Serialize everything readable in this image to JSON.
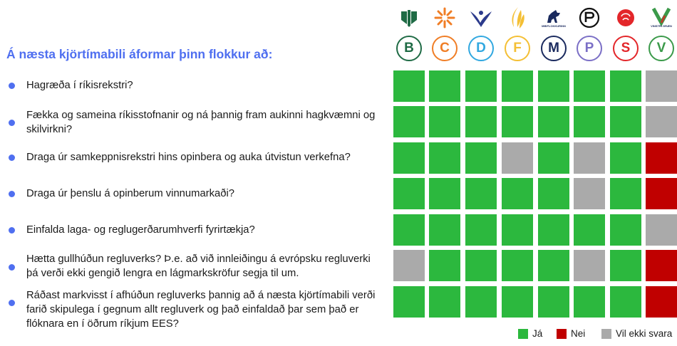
{
  "heading": "Á næsta kjörtímabili áformar þinn flokkur að:",
  "questions": [
    {
      "text": "Hagræða í ríkisrekstri?"
    },
    {
      "text": "Fækka og sameina ríkisstofnanir og ná þannig fram aukinni hagkvæmni og skilvirkni?"
    },
    {
      "text": "Draga úr samkeppnisrekstri hins opinbera og auka útvistun verkefna?"
    },
    {
      "text": "Draga úr þenslu á opinberum vinnumarkaði?"
    },
    {
      "text": "Einfalda laga- og reglugerðarumhverfi fyrirtækja?"
    },
    {
      "text": "Hætta gullhúðun regluverks? Þ.e. að við innleiðingu á evrópsku regluverki þá verði ekki gengið lengra en lágmarkskröfur segja til um."
    },
    {
      "text": "Ráðast markvisst í afhúðun regluverks þannig að á næsta kjörtímabili verði farið skipulega í gegnum allt regluverk og það einfaldað þar sem það er flóknara en í öðrum ríkjum EES?"
    }
  ],
  "parties": [
    {
      "letter": "B",
      "color": "#1f6b45",
      "logo_icon": "framsokn-logo-icon"
    },
    {
      "letter": "C",
      "color": "#f07e26",
      "logo_icon": "vidreisn-logo-icon"
    },
    {
      "letter": "D",
      "color": "#31a8e0",
      "logo_icon": "sjalfstaedisflokkur-logo-icon"
    },
    {
      "letter": "F",
      "color": "#f4bf34",
      "logo_icon": "flokkur-folksins-logo-icon"
    },
    {
      "letter": "M",
      "color": "#1a2a5e",
      "logo_icon": "midflokkurinn-logo-icon",
      "logo_text": "MIÐFLOKKURINN"
    },
    {
      "letter": "P",
      "color": "#7b6fc6",
      "logo_icon": "piratar-logo-icon"
    },
    {
      "letter": "S",
      "color": "#e3262a",
      "logo_icon": "samfylkingin-logo-icon"
    },
    {
      "letter": "V",
      "color": "#3b9a4a",
      "logo_icon": "vinstri-graen-logo-icon",
      "logo_text": "VINSTRI GRÆN"
    }
  ],
  "colors": {
    "ja": "#2cb83e",
    "nei": "#c00000",
    "vil_ekki_svara": "#aaaaaa",
    "accent": "#4f6ff0"
  },
  "chart_data": {
    "type": "heatmap",
    "rows": [
      "Hagræða í ríkisrekstri?",
      "Fækka og sameina ríkisstofnanir og ná þannig fram aukinni hagkvæmni og skilvirkni?",
      "Draga úr samkeppnisrekstri hins opinbera og auka útvistun verkefna?",
      "Draga úr þenslu á opinberum vinnumarkaði?",
      "Einfalda laga- og reglugerðarumhverfi fyrirtækja?",
      "Hætta gullhúðun regluverks? Þ.e. að við innleiðingu á evrópsku regluverki þá verði ekki gengið lengra en lágmarkskröfur segja til um.",
      "Ráðast markvisst í afhúðun regluverks þannig að á næsta kjörtímabili verði farið skipulega í gegnum allt regluverk og það einfaldað þar sem það er flóknara en í öðrum ríkjum EES?"
    ],
    "columns": [
      "B",
      "C",
      "D",
      "F",
      "M",
      "P",
      "S",
      "V"
    ],
    "values": [
      [
        "ja",
        "ja",
        "ja",
        "ja",
        "ja",
        "ja",
        "ja",
        "vil_ekki_svara"
      ],
      [
        "ja",
        "ja",
        "ja",
        "ja",
        "ja",
        "ja",
        "ja",
        "vil_ekki_svara"
      ],
      [
        "ja",
        "ja",
        "ja",
        "vil_ekki_svara",
        "ja",
        "vil_ekki_svara",
        "ja",
        "nei"
      ],
      [
        "ja",
        "ja",
        "ja",
        "ja",
        "ja",
        "vil_ekki_svara",
        "ja",
        "nei"
      ],
      [
        "ja",
        "ja",
        "ja",
        "ja",
        "ja",
        "ja",
        "ja",
        "vil_ekki_svara"
      ],
      [
        "vil_ekki_svara",
        "ja",
        "ja",
        "ja",
        "ja",
        "vil_ekki_svara",
        "ja",
        "nei"
      ],
      [
        "ja",
        "ja",
        "ja",
        "ja",
        "ja",
        "ja",
        "ja",
        "nei"
      ]
    ],
    "legend": [
      {
        "key": "ja",
        "label": "Já"
      },
      {
        "key": "nei",
        "label": "Nei"
      },
      {
        "key": "vil_ekki_svara",
        "label": "Vil ekki svara"
      }
    ],
    "legend_position": "bottom-right"
  }
}
